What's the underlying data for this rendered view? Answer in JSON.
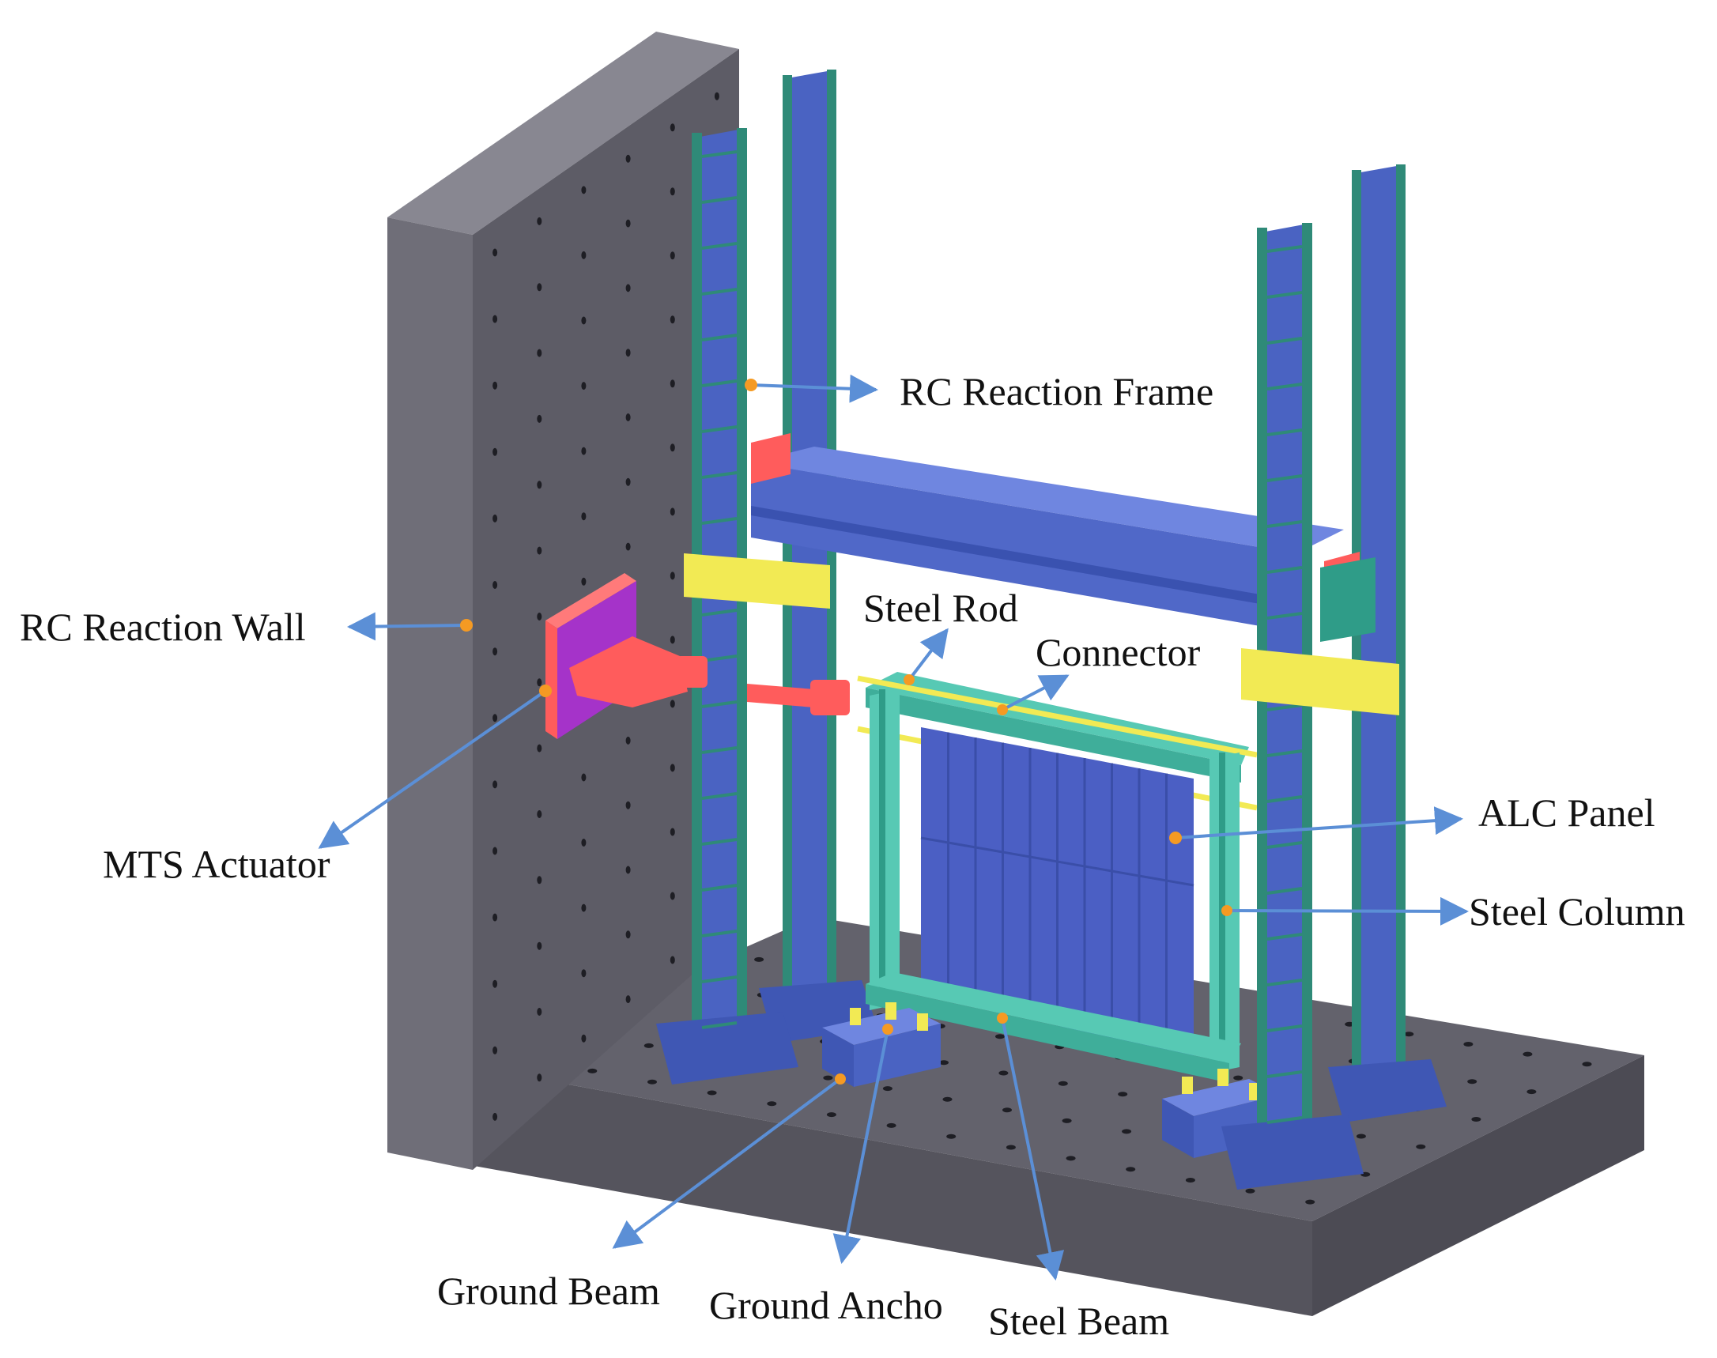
{
  "colors": {
    "wall_face": "#5d5c66",
    "wall_side": "#6f6e78",
    "wall_top": "#888791",
    "slab_top": "#63626c",
    "slab_front": "#55545d",
    "frame_column": "#4a63c2",
    "frame_flange": "#2f8a78",
    "reaction_beam": "#5068c8",
    "yellow_clamp": "#f2ea54",
    "actuator_plate": "#ff5c5c",
    "actuator_purple": "#a533c9",
    "steel_frame": "#57c9b4",
    "alc_panel": "#4b5fc4",
    "leader_line": "#5b8fd6",
    "anchor_dot": "#f59a23"
  },
  "labels": {
    "rc_reaction_frame": "RC Reaction Frame",
    "rc_reaction_wall": "RC Reaction Wall",
    "steel_rod": "Steel Rod",
    "connector": "Connector",
    "alc_panel": "ALC Panel",
    "mts_actuator": "MTS Actuator",
    "steel_column": "Steel Column",
    "ground_beam": "Ground Beam",
    "ground_anchor": "Ground Ancho",
    "steel_beam": "Steel Beam"
  }
}
